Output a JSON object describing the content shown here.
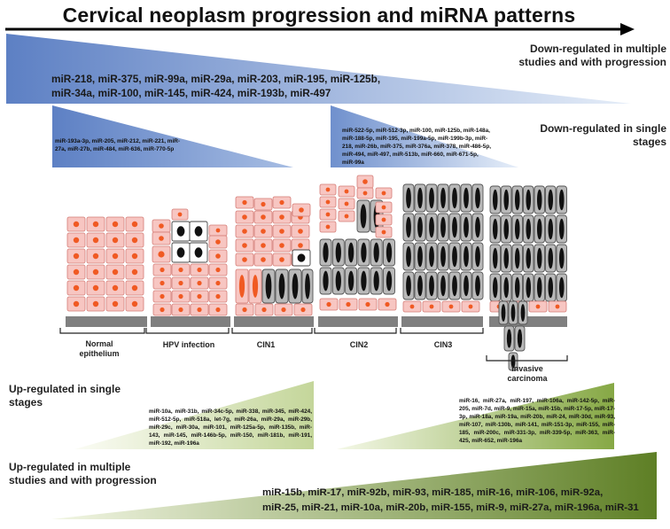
{
  "title": "Cervical neoplasm progression and miRNA patterns",
  "colors": {
    "blue_dark": "#6b8bc9",
    "blue_light": "#dbe6f6",
    "green_dark": "#6f8f2f",
    "green_light": "#f2f6e4",
    "cell_pink": "#f7c6c2",
    "cell_nucleus": "#f05a23",
    "cell_gray": "#b9b9b9",
    "nucleus_black": "#111111"
  },
  "down_multiple": {
    "label_line1": "Down-regulated in multiple",
    "label_line2": "studies and with progression",
    "mirna_line1": "miR-218, miR-375, miR-99a, miR-29a, miR-203, miR-195, miR-125b,",
    "mirna_line2": "miR-34a, miR-100, miR-145, miR-424, miR-193b, miR-497"
  },
  "down_single": {
    "label_line1": "Down-regulated in single",
    "label_line2": "stages",
    "left_mirna": "miR-193a-3p, miR-205, miR-212, miR-221, miR-27a, miR-27b, miR-484, miR-636, miR-770-5p",
    "right_mirna": "miR-522-5p, miR-512-3p, miR-100, miR-125b, miR-148a, miR-188-5p, miR-195, miR-199a-5p, miR-199b-3p, miR-218, miR-26b, miR-375, miR-376a, miR-378, miR-486-5p, miR-494, miR-497, miR-513b, miR-660, miR-671-5p, miR-99a"
  },
  "stages": {
    "normal": "Normal epithelium",
    "hpv": "HPV infection",
    "cin1": "CIN1",
    "cin2": "CIN2",
    "cin3": "CIN3",
    "invasive": "Invasive carcinoma"
  },
  "up_single": {
    "label_line1": "Up-regulated in single",
    "label_line2": "stages",
    "left_mirna": "miR-10a, miR-31b, miR-34c-5p, miR-338, miR-345, miR-424, miR-512-5p, miR-518a, let-7g, miR-26a, miR-29a, miR-29b, miR-29c, miR-30a, miR-101, miR-125a-5p, miR-135b, miR-143, miR-145, miR-146b-5p, miR-150, miR-181b, miR-191, miR-192, miR-196a",
    "right_mirna": "miR-16, miR-27a, miR-197, miR-106a, miR-142-5p, miR-205, miR-7d, miR-9, miR-15a, miR-15b, miR-17-5p, miR-17-3p, miR-18a, miR-19a, miR-20b, miR-24, miR-30d, miR-93, miR-107, miR-130b, miR-141, miR-151-3p, miR-155, miR-185, miR-200c, miR-331-3p, miR-339-5p, miR-363, miR-425, miR-652, miR-196a"
  },
  "up_multiple": {
    "label_line1": "Up-regulated in multiple",
    "label_line2": "studies and with progression",
    "mirna_line1": "miR-15b, miR-17, miR-92b, miR-93, miR-185, miR-16, miR-106, miR-92a,",
    "mirna_line2": "miR-25, miR-21, miR-10a, miR-20b, miR-155, miR-9, miR-27a, miR-196a, miR-31"
  }
}
